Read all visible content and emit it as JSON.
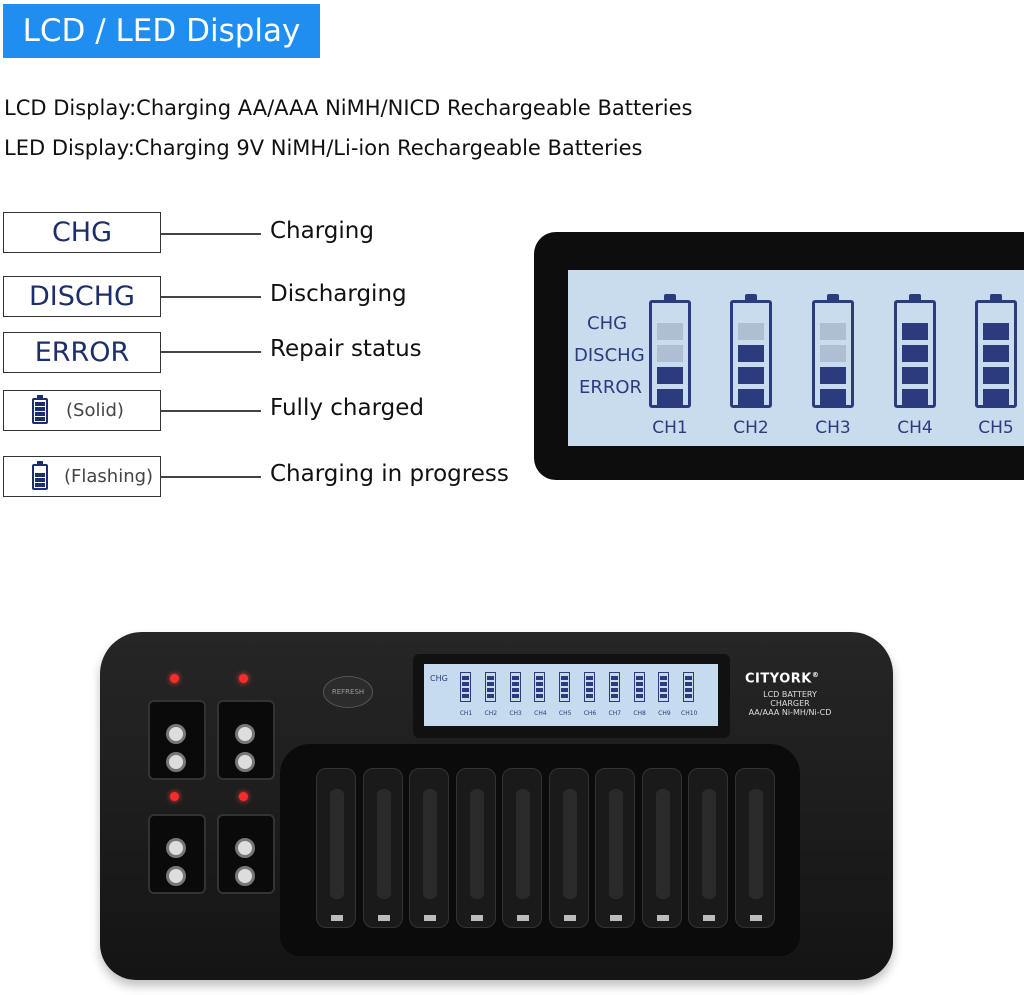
{
  "header": {
    "title": "LCD / LED Display"
  },
  "description": {
    "line1": "LCD Display:Charging AA/AAA NiMH/NICD Rechargeable Batteries",
    "line2": "LED Display:Charging 9V NiMH/Li-ion Rechargeable Batteries"
  },
  "legend": [
    {
      "code": "CHG",
      "meaning": "Charging"
    },
    {
      "code": "DISCHG",
      "meaning": "Discharging"
    },
    {
      "code": "ERROR",
      "meaning": "Repair status"
    },
    {
      "code": "(Solid)",
      "meaning": "Fully charged",
      "icon": "battery-full-icon"
    },
    {
      "code": "(Flashing)",
      "meaning": "Charging in progress",
      "icon": "battery-charging-icon"
    }
  ],
  "lcd_panel": {
    "status_labels": [
      "CHG",
      "DISCHG",
      "ERROR"
    ],
    "channels": [
      {
        "label": "CH1",
        "filled_segments": 2
      },
      {
        "label": "CH2",
        "filled_segments": 3
      },
      {
        "label": "CH3",
        "filled_segments": 2
      },
      {
        "label": "CH4",
        "filled_segments": 4
      },
      {
        "label": "CH5",
        "filled_segments": 4
      }
    ],
    "colors": {
      "segment": "#2a3b7e",
      "screen": "#c8dcee"
    }
  },
  "device": {
    "brand": "CITYORK",
    "trademark": "®",
    "subtitle_lines": [
      "LCD BATTERY",
      "CHARGER",
      "AA/AAA Ni-MH/Ni-CD"
    ],
    "refresh_label": "REFRESH",
    "screen_status": "CHG",
    "channels": [
      "CH1",
      "CH2",
      "CH3",
      "CH4",
      "CH5",
      "CH6",
      "CH7",
      "CH8",
      "CH9",
      "CH10"
    ],
    "led_color": "#ff2a2a"
  }
}
